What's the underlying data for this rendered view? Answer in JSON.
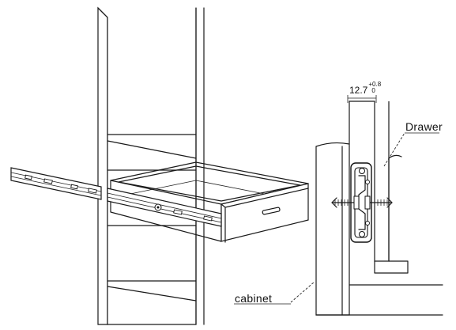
{
  "labels": {
    "drawer": "Drawer",
    "cabinet": "cabinet"
  },
  "dimension": {
    "value": "12.7",
    "tolerance_upper": "+0.8",
    "tolerance_lower": "0"
  },
  "colors": {
    "line": "#1a1a1a",
    "background": "#ffffff"
  }
}
